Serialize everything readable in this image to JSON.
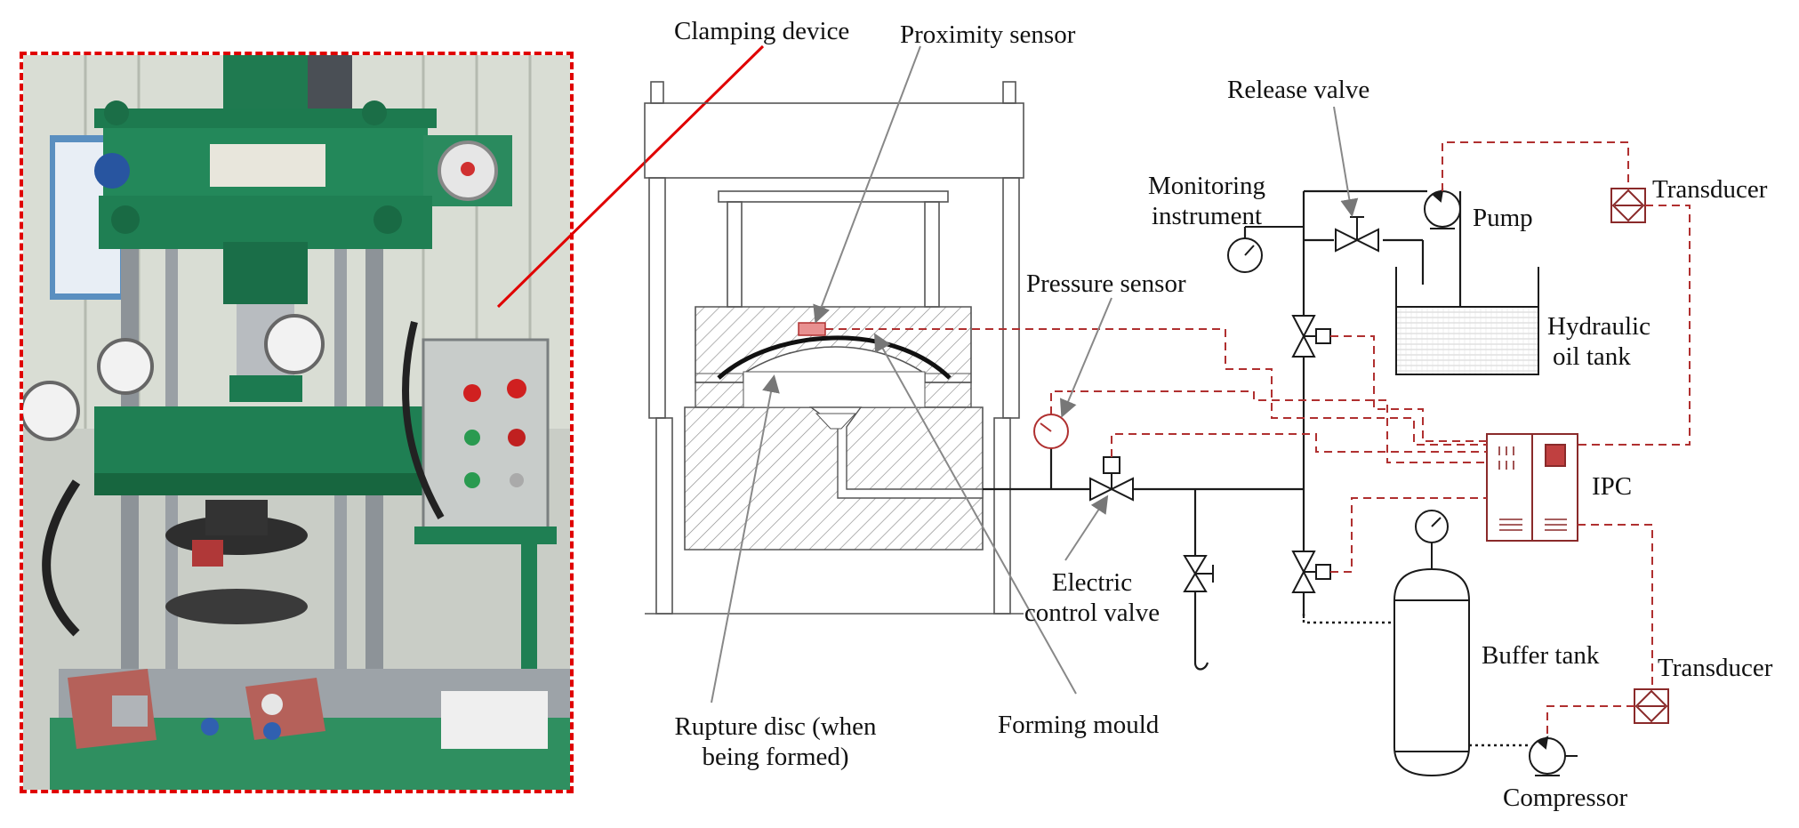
{
  "labels": {
    "clamping_device": "Clamping device",
    "proximity_sensor": "Proximity sensor",
    "release_valve": "Release valve",
    "transducer_top": "Transducer",
    "monitoring_line1": "Monitoring",
    "monitoring_line2": "instrument",
    "pump": "Pump",
    "pressure_sensor": "Pressure sensor",
    "hydraulic_line1": "Hydraulic",
    "hydraulic_line2": "oil tank",
    "ipc": "IPC",
    "electric_line1": "Electric",
    "electric_line2": "control valve",
    "buffer_tank": "Buffer tank",
    "transducer_bottom": "Transducer",
    "rupture_line1": "Rupture disc (when",
    "rupture_line2": "being formed)",
    "forming_mould": "Forming mould",
    "compressor": "Compressor"
  },
  "photo": {
    "panel_label_1": "",
    "colors": {
      "machine": "#1f8a5a",
      "frame_border": "#e00000",
      "pipe": "#a04040"
    }
  },
  "colors": {
    "line": "#1a1a1a",
    "signal": "#b03030",
    "sensor_fill": "#e89090"
  }
}
